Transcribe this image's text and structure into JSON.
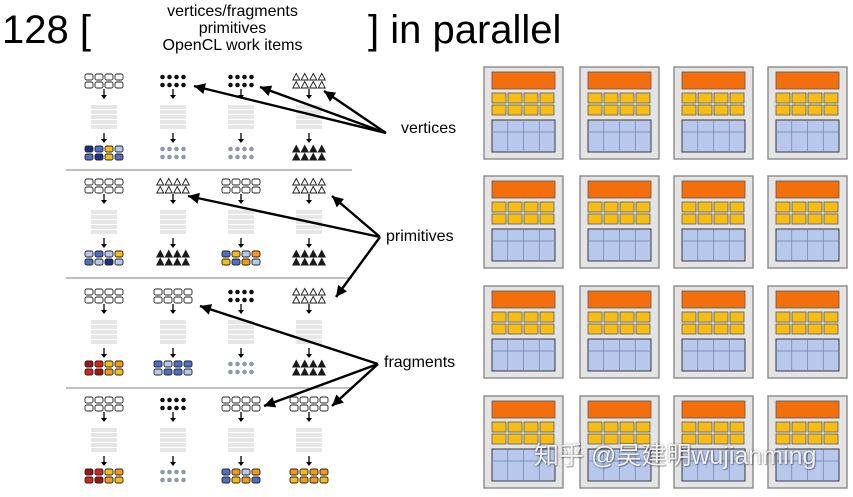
{
  "title": {
    "count": "128 [",
    "line1": "vertices/fragments",
    "line2": "primitives",
    "line3": "OpenCL work items",
    "suffix": "] in parallel"
  },
  "labels": {
    "vertices": "vertices",
    "primitives": "primitives",
    "fragments": "fragments"
  },
  "watermark": "知乎 @吴建明wujianming",
  "colors": {
    "core_orange": "#f36f0c",
    "alu_yellow": "#f7bd14",
    "context_blue": "#b7c8ec",
    "core_gray": "#e4e4e4",
    "dark_blue": "#1b2c8c",
    "mid_blue": "#4d6fc4",
    "dot_gray": "#8d97b1",
    "dark_red": "#a41313",
    "red": "#d9211b",
    "orange": "#f59a12"
  },
  "icons": {
    "vertex": "hollow-square-icon",
    "primitive": "triangle-icon",
    "fragment": "dot-icon",
    "shader": "shader-stack-icon",
    "core": "gpu-core-icon"
  },
  "rows": [
    {
      "inputs": [
        "squares-outline",
        "dots-black",
        "dots-black",
        "triangles-outline"
      ],
      "outputs": [
        "squares-vertex-colored",
        "dots-gray",
        "dots-gray",
        "triangles-filled"
      ]
    },
    {
      "inputs": [
        "squares-outline",
        "triangles-outline",
        "squares-outline",
        "triangles-outline"
      ],
      "outputs": [
        "squares-vertex-colored-light",
        "triangles-filled",
        "squares-vertex-colored-mixed",
        "triangles-filled"
      ]
    },
    {
      "inputs": [
        "squares-outline",
        "squares-outline",
        "dots-black",
        "triangles-outline"
      ],
      "outputs": [
        "squares-fragment-red",
        "squares-vertex-blue",
        "dots-gray",
        "triangles-filled"
      ]
    },
    {
      "inputs": [
        "squares-outline",
        "dots-black",
        "squares-outline",
        "squares-outline"
      ],
      "outputs": [
        "squares-fragment-red",
        "dots-gray",
        "squares-vertex-blue-orange",
        "squares-fragment-orange"
      ]
    }
  ],
  "cores": {
    "rows": 4,
    "cols": 4
  }
}
